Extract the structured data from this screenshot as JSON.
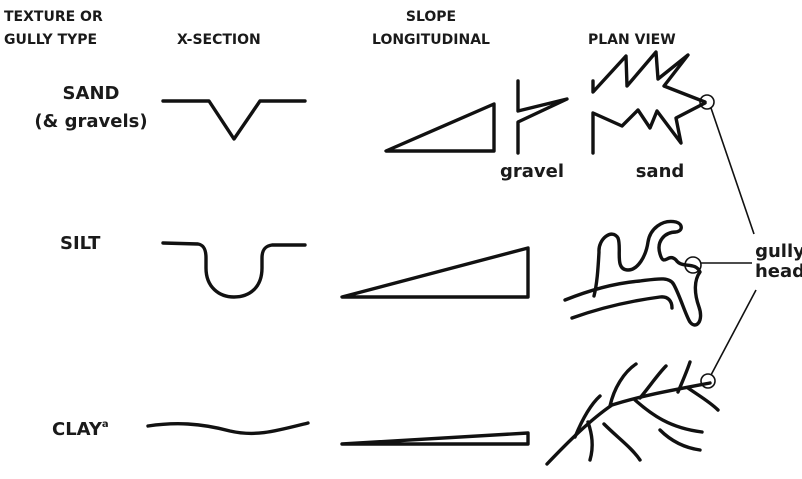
{
  "headers": {
    "texture_line1": "TEXTURE OR",
    "texture_line2": "GULLY TYPE",
    "xsection": "X-SECTION",
    "slope_line1": "SLOPE",
    "slope_line2": "LONGITUDINAL",
    "plan_view": "PLAN VIEW"
  },
  "rows": {
    "sand": {
      "label": "SAND",
      "sublabel": "(& gravels)"
    },
    "silt": {
      "label": "SILT"
    },
    "clay": {
      "label": "CLAY",
      "footnote_mark": "a"
    }
  },
  "plan_labels": {
    "gravel": "gravel",
    "sand": "sand"
  },
  "callout": {
    "line1": "gully",
    "line2": "head"
  }
}
